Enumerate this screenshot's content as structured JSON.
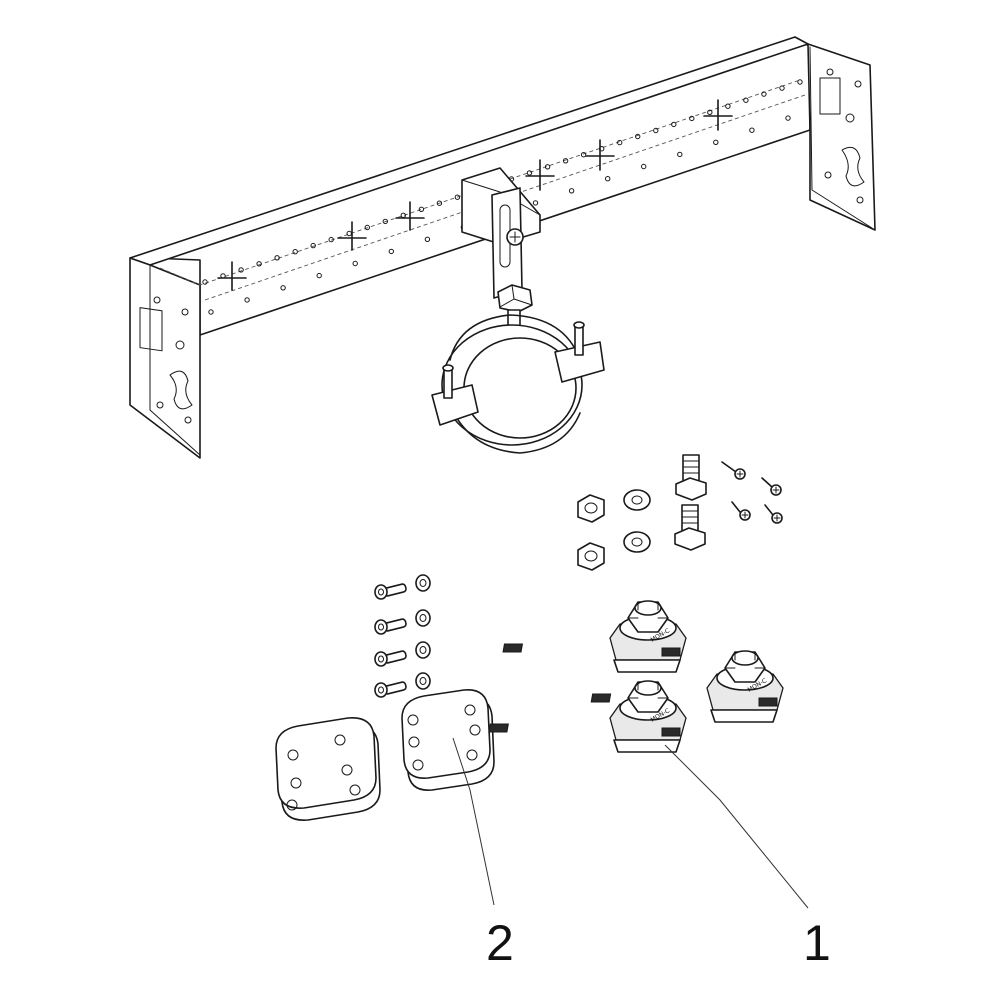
{
  "callouts": [
    {
      "id": "1",
      "label": "1"
    },
    {
      "id": "2",
      "label": "2"
    }
  ],
  "clamp_marking": "MON-C"
}
